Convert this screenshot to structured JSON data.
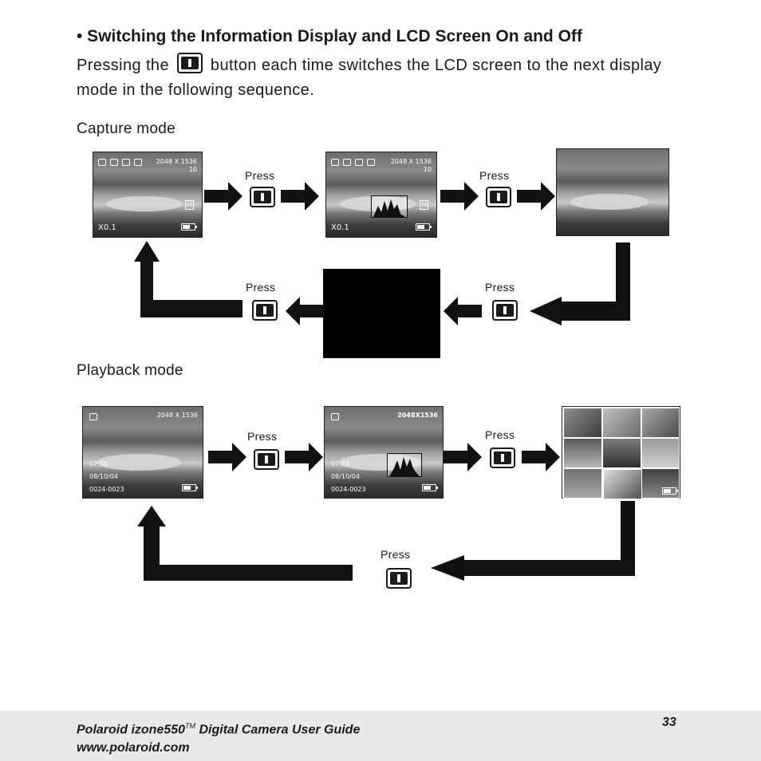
{
  "page": {
    "title": "• Switching the Information Display and LCD Screen On and Off",
    "intro_before": "Pressing the",
    "intro_after": "button each time switches the LCD screen to the next display mode in the following sequence."
  },
  "capture": {
    "heading": "Capture mode",
    "press_labels": [
      "Press",
      "Press",
      "Press",
      "Press"
    ],
    "screen": {
      "resolution": "2048 X 1536",
      "count": "10",
      "zoom": "X0.1",
      "quality": "H"
    }
  },
  "playback": {
    "heading": "Playback mode",
    "press_labels": [
      "Press",
      "Press",
      "Press"
    ],
    "screen1": {
      "resolution": "2048 X 1536",
      "time": "07:55",
      "date": "08/10/04",
      "file": "0024-0023"
    },
    "screen2": {
      "resolution": "2048X1536",
      "time": "07:55",
      "date": "08/10/04",
      "file": "0024-0023"
    }
  },
  "footer": {
    "product": "Polaroid izone550",
    "trademark": "TM",
    "guide": "Digital Camera User Guide",
    "url": "www.polaroid.com",
    "page_number": "33"
  },
  "icons": {
    "button": "display-button-icon",
    "arrow": "arrow-right-icon",
    "battery": "battery-icon",
    "camera": "camera-icon",
    "histogram": "histogram-icon"
  }
}
